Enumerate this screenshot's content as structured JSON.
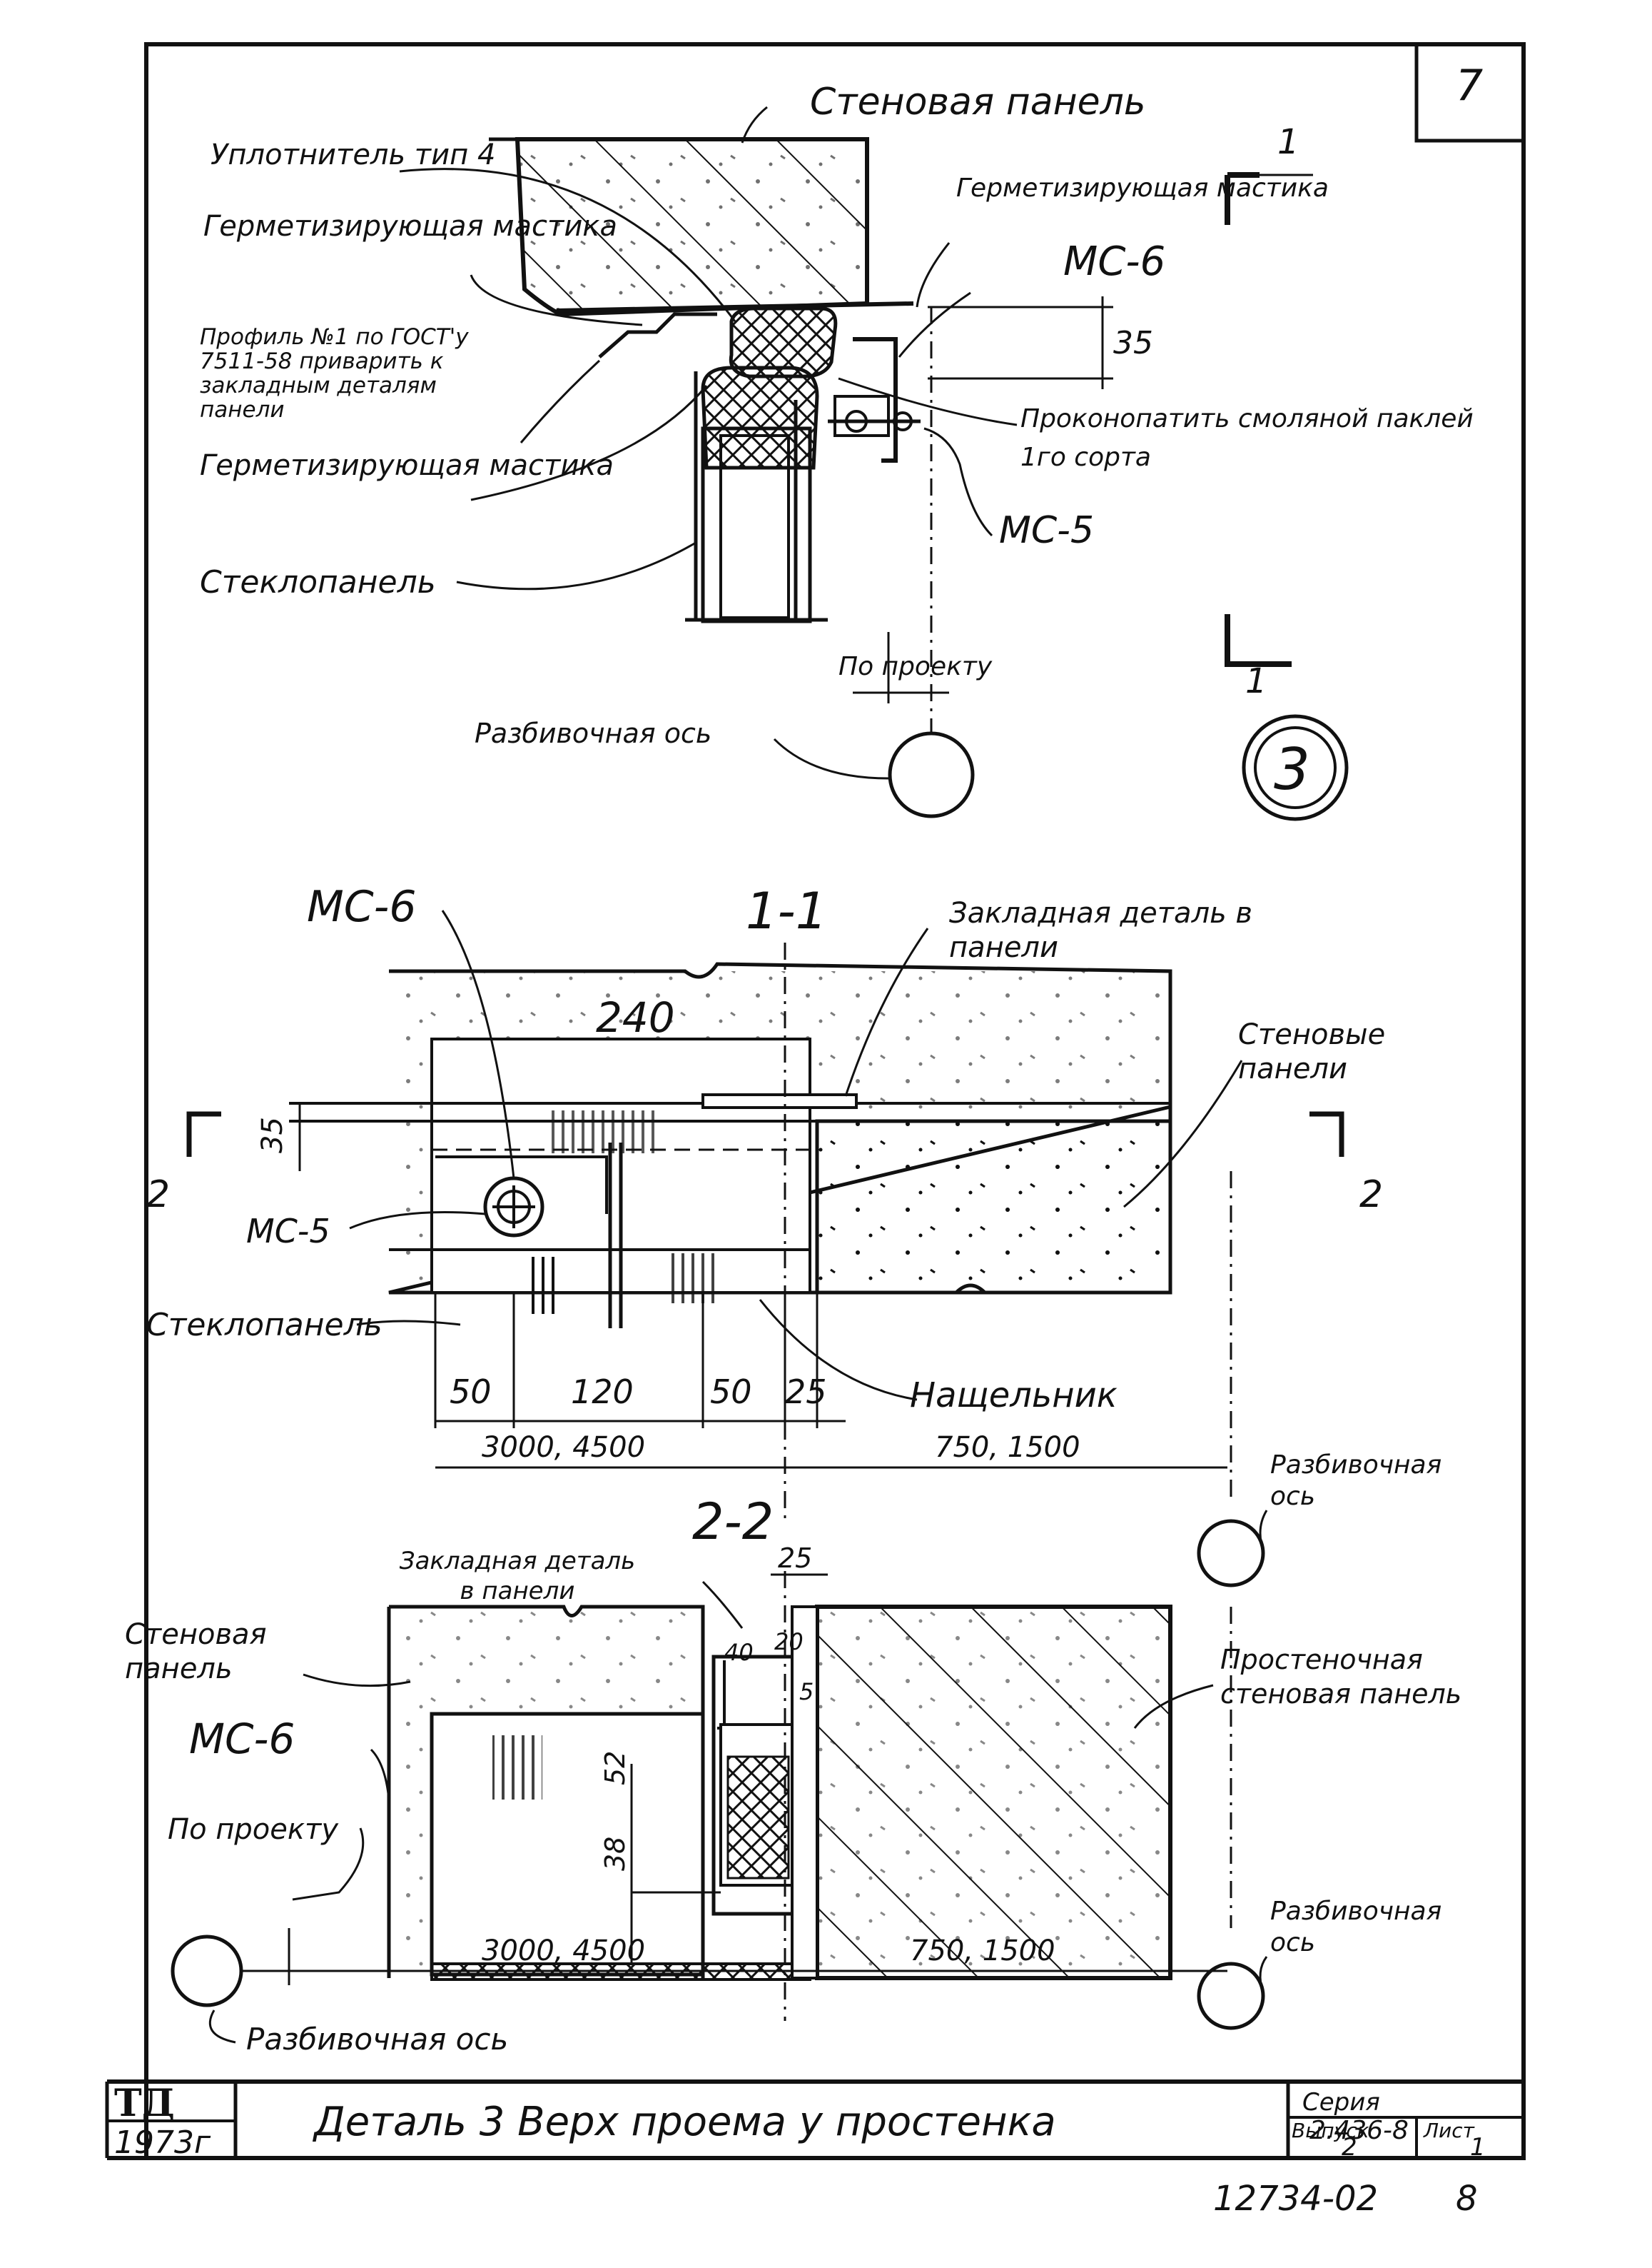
{
  "sheet": {
    "number": "7",
    "stamp_org": "ТД",
    "stamp_year": "1973г",
    "title": "Деталь 3 Верх проема у простенка",
    "series_label": "Серия",
    "series_value": "2.436-8",
    "issue_label": "Выпуск",
    "issue_value": "2",
    "sheet_label": "Лист",
    "sheet_value": "1",
    "footer_code": "12734-02",
    "footer_letter": "8"
  },
  "detail": {
    "number": "3",
    "labels": {
      "wall_panel": "Стеновая панель",
      "seal_type": "Уплотнитель тип 4",
      "sealing_mastic": "Герметизирующая мастика",
      "sealing_mastic_right": "Герметизирующая мастика",
      "mc6": "МС-6",
      "profile": "Профиль №1 по ГОСТ'у 7511-58 приварить к закладным деталям панели",
      "sealing_mastic_lower": "Герметизирующая мастика",
      "caulk": "Проконопатить смоляной паклей 1го сорта",
      "mc5": "МС-5",
      "glass_panel": "Стеклопанель",
      "per_project": "По проекту",
      "layout_axis": "Разбивочная ось",
      "dim_35": "35",
      "section_mark": "1"
    }
  },
  "section_1_1": {
    "title": "1-1",
    "labels": {
      "mc6": "МС-6",
      "embedded": "Закладная деталь в панели",
      "wall_panels": "Стеновые панели",
      "mc5": "МС-5",
      "glass_panel": "Стеклопанель",
      "cover_strip": "Нащельник",
      "layout_axis": "Разбивочная ось",
      "section_mark": "2"
    },
    "dims": {
      "d240": "240",
      "d35": "35",
      "d50a": "50",
      "d120": "120",
      "d50b": "50",
      "d25": "25",
      "span_left": "3000, 4500",
      "span_right": "750, 1500"
    }
  },
  "section_2_2": {
    "title": "2-2",
    "labels": {
      "embedded": "Закладная деталь в панели",
      "wall_panel": "Стеновая панель",
      "mc6": "МС-6",
      "pier_panel": "Простеночная стеновая панель",
      "per_project": "По проекту",
      "layout_axis_left": "Разбивочная ось",
      "layout_axis_right": "Разбивочная ось"
    },
    "dims": {
      "d25": "25",
      "d40": "40",
      "d20": "20",
      "d5": "5",
      "d52": "52",
      "d38": "38",
      "span_left": "3000, 4500",
      "span_right": "750, 1500"
    }
  }
}
